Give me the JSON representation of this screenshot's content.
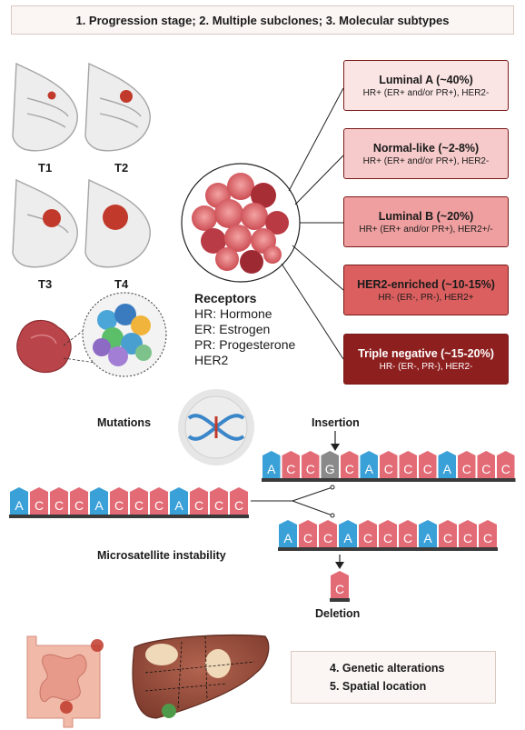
{
  "header": {
    "title": "1.  Progression stage;  2. Multiple subclones;  3. Molecular subtypes"
  },
  "stages": [
    "T1",
    "T2",
    "T3",
    "T4"
  ],
  "subtypes": [
    {
      "name": "Luminal A (~40%)",
      "desc": "HR+ (ER+ and/or PR+), HER2-",
      "fill": "#fbe4e4"
    },
    {
      "name": "Normal-like (~2-8%)",
      "desc": "HR+ (ER+ and/or PR+), HER2-",
      "fill": "#f6caca"
    },
    {
      "name": "Luminal B (~20%)",
      "desc": "HR+ (ER+ and/or PR+), HER2+/-",
      "fill": "#ef9f9f"
    },
    {
      "name": "HER2-enriched (~10-15%)",
      "desc": "HR- (ER-, PR-), HER2+",
      "fill": "#dc5f5f"
    },
    {
      "name": "Triple negative (~15-20%)",
      "desc": "HR- (ER-, PR-), HER2-",
      "fill": "#8e1f1f",
      "text_color": "#ffffff"
    }
  ],
  "receptors": {
    "heading": "Receptors",
    "items": [
      "HR: Hormone",
      "ER: Estrogen",
      "PR: Progesterone",
      "HER2"
    ]
  },
  "mutations": {
    "label": "Mutations",
    "insertion_label": "Insertion",
    "deletion_label": "Deletion",
    "msi_label": "Microsatellite instability",
    "original_sequence": [
      "A",
      "C",
      "C",
      "C",
      "A",
      "C",
      "C",
      "C",
      "A",
      "C",
      "C",
      "C"
    ],
    "insertion_sequence": [
      "A",
      "C",
      "C",
      "G",
      "C",
      "A",
      "C",
      "C",
      "C",
      "A",
      "C",
      "C",
      "C"
    ],
    "deletion_sequence": [
      "A",
      "C",
      "C",
      "A",
      "C",
      "C",
      "C",
      "A",
      "C",
      "C",
      "C"
    ],
    "deleted_base": "C",
    "colors": {
      "A": "#3aa0d8",
      "C": "#e36b76",
      "G": "#8a8a8a"
    }
  },
  "footer": {
    "items": [
      "4. Genetic alterations",
      "5. Spatial location"
    ]
  }
}
